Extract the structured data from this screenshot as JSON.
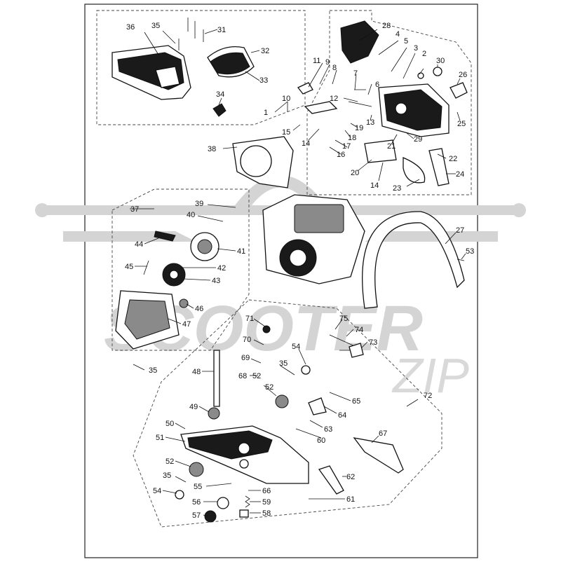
{
  "watermark": {
    "brand_main": "SCOOTER",
    "brand_script": "ZIP"
  },
  "callouts": [
    {
      "id": "c1",
      "label": "1"
    },
    {
      "id": "c2",
      "label": "2"
    },
    {
      "id": "c3",
      "label": "3"
    },
    {
      "id": "c4",
      "label": "4"
    },
    {
      "id": "c5",
      "label": "5"
    },
    {
      "id": "c6",
      "label": "6"
    },
    {
      "id": "c7",
      "label": "7"
    },
    {
      "id": "c8",
      "label": "8"
    },
    {
      "id": "c9",
      "label": "9"
    },
    {
      "id": "c10",
      "label": "10"
    },
    {
      "id": "c11",
      "label": "11"
    },
    {
      "id": "c12",
      "label": "12"
    },
    {
      "id": "c13",
      "label": "13"
    },
    {
      "id": "c14a",
      "label": "14"
    },
    {
      "id": "c14b",
      "label": "14"
    },
    {
      "id": "c15",
      "label": "15"
    },
    {
      "id": "c16",
      "label": "16"
    },
    {
      "id": "c17",
      "label": "17"
    },
    {
      "id": "c18",
      "label": "18"
    },
    {
      "id": "c19",
      "label": "19"
    },
    {
      "id": "c20",
      "label": "20"
    },
    {
      "id": "c21",
      "label": "21"
    },
    {
      "id": "c22",
      "label": "22"
    },
    {
      "id": "c23",
      "label": "23"
    },
    {
      "id": "c24",
      "label": "24"
    },
    {
      "id": "c25",
      "label": "25"
    },
    {
      "id": "c26",
      "label": "26"
    },
    {
      "id": "c27",
      "label": "27"
    },
    {
      "id": "c28",
      "label": "28"
    },
    {
      "id": "c29",
      "label": "29"
    },
    {
      "id": "c30",
      "label": "30"
    },
    {
      "id": "c31",
      "label": "31"
    },
    {
      "id": "c32",
      "label": "32"
    },
    {
      "id": "c33",
      "label": "33"
    },
    {
      "id": "c34",
      "label": "34"
    },
    {
      "id": "c35a",
      "label": "35"
    },
    {
      "id": "c35b",
      "label": "35"
    },
    {
      "id": "c35c",
      "label": "35"
    },
    {
      "id": "c35d",
      "label": "35"
    },
    {
      "id": "c36",
      "label": "36"
    },
    {
      "id": "c37",
      "label": "37"
    },
    {
      "id": "c38",
      "label": "38"
    },
    {
      "id": "c39",
      "label": "39"
    },
    {
      "id": "c40",
      "label": "40"
    },
    {
      "id": "c41",
      "label": "41"
    },
    {
      "id": "c42",
      "label": "42"
    },
    {
      "id": "c43",
      "label": "43"
    },
    {
      "id": "c44",
      "label": "44"
    },
    {
      "id": "c45",
      "label": "45"
    },
    {
      "id": "c46",
      "label": "46"
    },
    {
      "id": "c47",
      "label": "47"
    },
    {
      "id": "c48",
      "label": "48"
    },
    {
      "id": "c49",
      "label": "49"
    },
    {
      "id": "c50",
      "label": "50"
    },
    {
      "id": "c51",
      "label": "51"
    },
    {
      "id": "c52a",
      "label": "52"
    },
    {
      "id": "c52b",
      "label": "52"
    },
    {
      "id": "c52c",
      "label": "52"
    },
    {
      "id": "c53",
      "label": "53"
    },
    {
      "id": "c54a",
      "label": "54"
    },
    {
      "id": "c54b",
      "label": "54"
    },
    {
      "id": "c55",
      "label": "55"
    },
    {
      "id": "c56",
      "label": "56"
    },
    {
      "id": "c57",
      "label": "57"
    },
    {
      "id": "c58",
      "label": "58"
    },
    {
      "id": "c59",
      "label": "59"
    },
    {
      "id": "c60",
      "label": "60"
    },
    {
      "id": "c61",
      "label": "61"
    },
    {
      "id": "c62",
      "label": "62"
    },
    {
      "id": "c63",
      "label": "63"
    },
    {
      "id": "c64",
      "label": "64"
    },
    {
      "id": "c65",
      "label": "65"
    },
    {
      "id": "c66",
      "label": "66"
    },
    {
      "id": "c67",
      "label": "67"
    },
    {
      "id": "c68",
      "label": "68"
    },
    {
      "id": "c69",
      "label": "69"
    },
    {
      "id": "c70",
      "label": "70"
    },
    {
      "id": "c71",
      "label": "71"
    },
    {
      "id": "c72",
      "label": "72"
    },
    {
      "id": "c73",
      "label": "73"
    },
    {
      "id": "c74",
      "label": "74"
    },
    {
      "id": "c75",
      "label": "75"
    }
  ]
}
